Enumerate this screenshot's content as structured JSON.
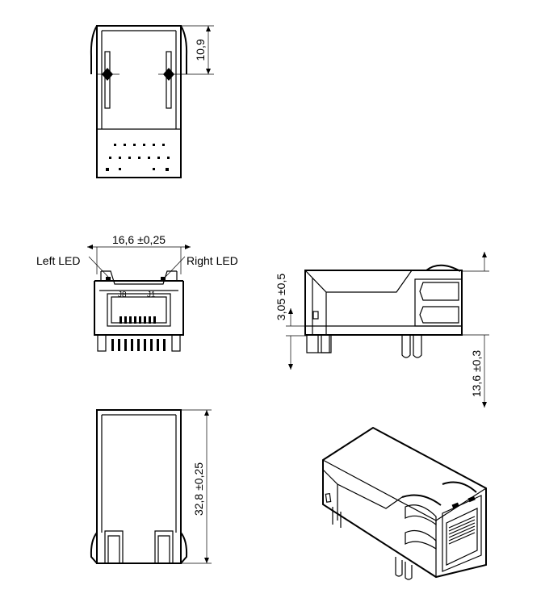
{
  "dimensions": {
    "top_height": "10,9",
    "front_width": "16,6 ±0,25",
    "side_offset": "3,05 ±0,5",
    "side_height": "13,6 ±0,3",
    "bottom_length": "32,8 ±0,25"
  },
  "labels": {
    "left_led": "Left LED",
    "right_led": "Right LED",
    "pin_j8": "J8",
    "pin_j1": "J1"
  }
}
